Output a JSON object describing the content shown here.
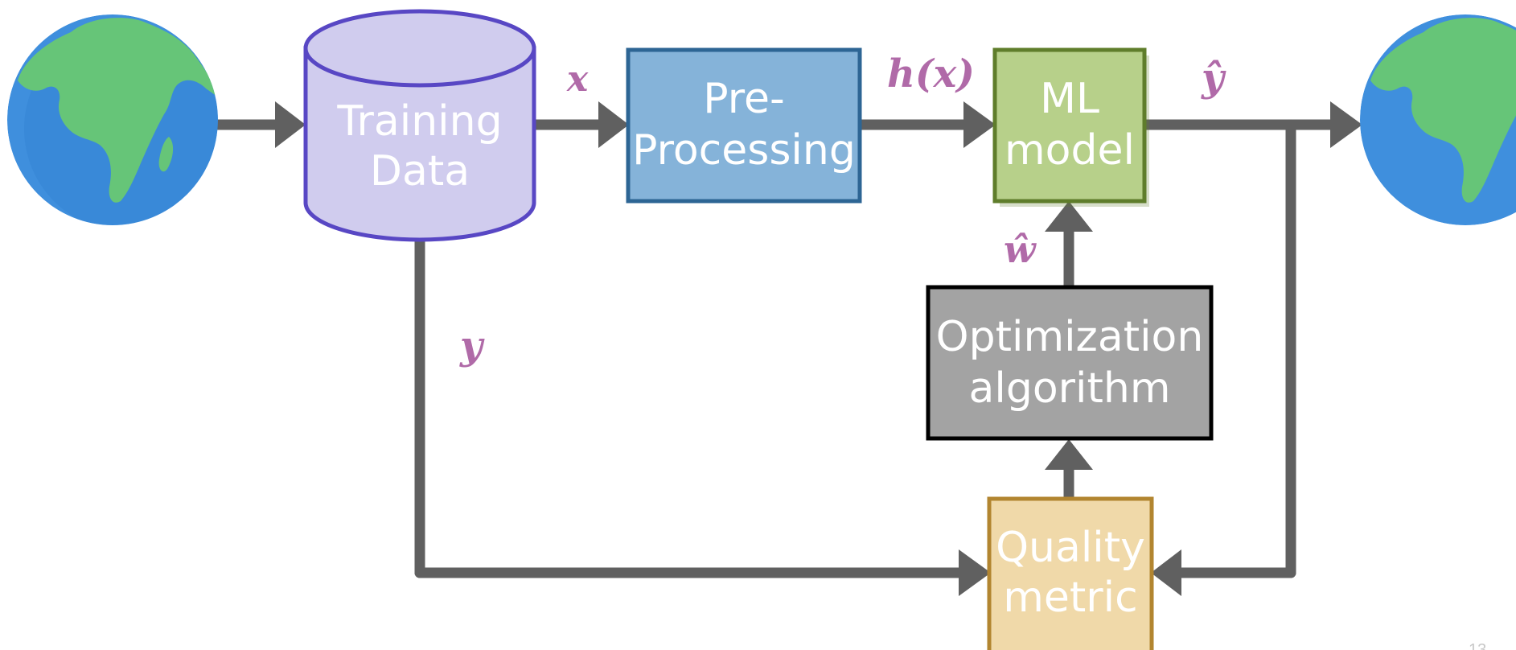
{
  "nodes": {
    "training_data": {
      "line1": "Training",
      "line2": "Data"
    },
    "preprocessing": {
      "line1": "Pre-",
      "line2": "Processing"
    },
    "ml_model": {
      "line1": "ML",
      "line2": "model"
    },
    "optimization": {
      "line1": "Optimization",
      "line2": "algorithm"
    },
    "quality_metric": {
      "line1": "Quality",
      "line2": "metric"
    }
  },
  "labels": {
    "x": "x",
    "h_of_x": "h(x)",
    "y_hat": "ŷ",
    "w_hat": "ŵ",
    "y": "y"
  },
  "page_number": "13",
  "colors": {
    "arrow": "#606060",
    "label": "#b06aa8",
    "training_fill": "#d0ccee",
    "training_stroke": "#5847c4",
    "preprocessing_fill": "#85b3d9",
    "preprocessing_stroke": "#2d6594",
    "ml_fill": "#b7d08a",
    "ml_stroke": "#5f7d2b",
    "optimization_fill": "#a3a3a3",
    "optimization_stroke": "#000000",
    "quality_fill": "#f0d9a9",
    "quality_stroke": "#b28530",
    "globe_ocean": "#3f8fdd",
    "globe_land": "#66c578"
  }
}
